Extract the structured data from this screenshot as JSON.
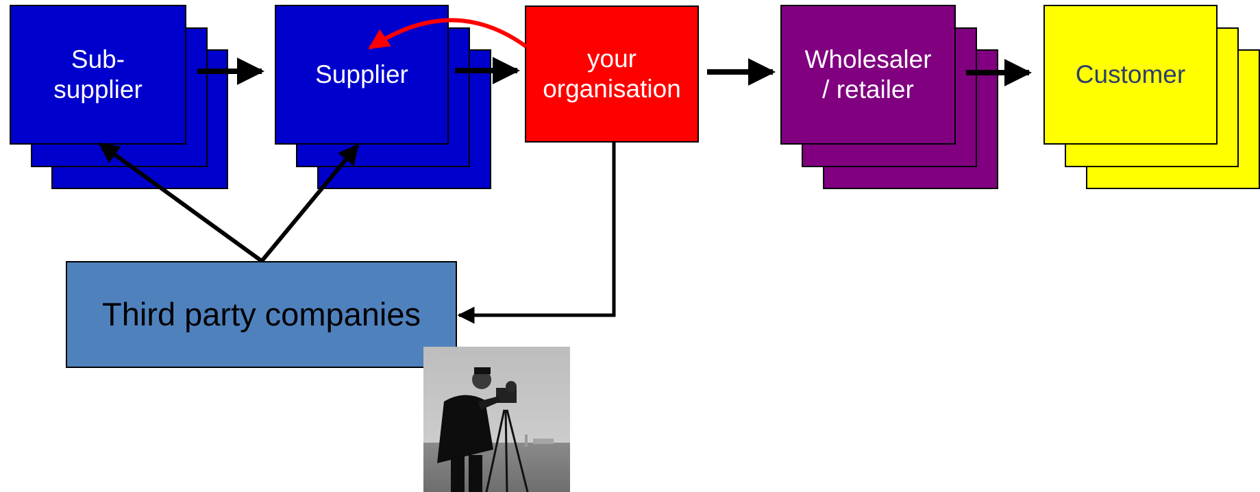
{
  "nodes": {
    "sub_supplier": {
      "label": "Sub-\nsupplier",
      "color": "#0000cc",
      "stacked": true
    },
    "supplier": {
      "label": "Supplier",
      "color": "#0000cc",
      "stacked": true
    },
    "your_organisation": {
      "label": "your\norganisation",
      "color": "#ff0000",
      "stacked": false
    },
    "wholesaler": {
      "label": "Wholesaler\n/ retailer",
      "color": "#800080",
      "stacked": true
    },
    "customer": {
      "label": "Customer",
      "color": "#ffff00",
      "stacked": true
    },
    "third_party": {
      "label": "Third party companies",
      "color": "#4f81bd",
      "stacked": false
    }
  },
  "edges": [
    {
      "from": "sub_supplier",
      "to": "supplier",
      "color": "#000000"
    },
    {
      "from": "supplier",
      "to": "your_organisation",
      "color": "#000000"
    },
    {
      "from": "your_organisation",
      "to": "wholesaler",
      "color": "#000000"
    },
    {
      "from": "wholesaler",
      "to": "customer",
      "color": "#000000"
    },
    {
      "from": "your_organisation",
      "to": "supplier",
      "color": "#ff0000",
      "style": "curved"
    },
    {
      "from": "your_organisation",
      "to": "third_party",
      "color": "#000000",
      "style": "elbow"
    },
    {
      "from": "third_party",
      "to": "sub_supplier",
      "color": "#000000"
    },
    {
      "from": "third_party",
      "to": "supplier",
      "color": "#000000"
    }
  ],
  "image": {
    "subject": "cameraman-photo",
    "grayscale": true
  }
}
